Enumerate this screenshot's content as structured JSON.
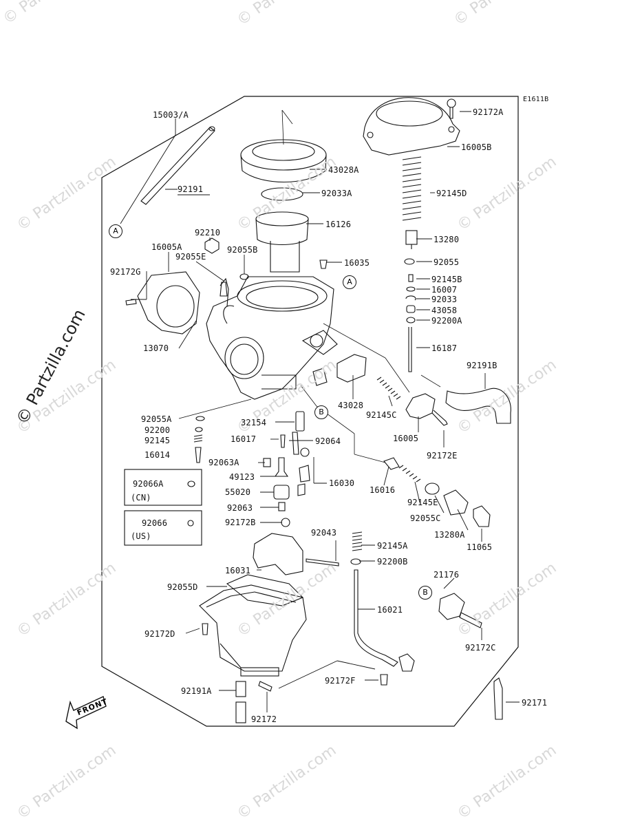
{
  "diagram_code": "E1611B",
  "watermark": "© Partzilla.com",
  "watermark_small": "© Partzilla.com",
  "front_label": "FRONT",
  "callouts": {
    "a": "A",
    "b": "B"
  },
  "parts": {
    "p15003A": "15003/A",
    "p92191": "92191",
    "p92210": "92210",
    "p16005A": "16005A",
    "p92055E": "92055E",
    "p92055B": "92055B",
    "p92172G": "92172G",
    "p13070": "13070",
    "p43028A": "43028A",
    "p92033A": "92033A",
    "p16126": "16126",
    "p16035": "16035",
    "p92172A": "92172A",
    "p16005B": "16005B",
    "p92145D": "92145D",
    "p13280": "13280",
    "p92055": "92055",
    "p92145B": "92145B",
    "p16007": "16007",
    "p92033": "92033",
    "p43058": "43058",
    "p92200A": "92200A",
    "p16187": "16187",
    "p92191B": "92191B",
    "p43028": "43028",
    "p92145C": "92145C",
    "p16005": "16005",
    "p92172E": "92172E",
    "p92055A": "92055A",
    "p92200": "92200",
    "p92145": "92145",
    "p16014": "16014",
    "p32154": "32154",
    "p16017": "16017",
    "p92064": "92064",
    "p92063A": "92063A",
    "p49123": "49123",
    "p16030": "16030",
    "p55020": "55020",
    "p92063": "92063",
    "p92172B": "92172B",
    "p16016": "16016",
    "p92145E": "92145E",
    "p92055C": "92055C",
    "p13280A": "13280A",
    "p11065": "11065",
    "p92066A": "92066A",
    "cn": "(CN)",
    "p92066": "92066",
    "us": "(US)",
    "p92043": "92043",
    "p16031": "16031",
    "p92145A": "92145A",
    "p92200B": "92200B",
    "p92055D": "92055D",
    "p16021": "16021",
    "p21176": "21176",
    "p92172D": "92172D",
    "p92172C": "92172C",
    "p92172F": "92172F",
    "p92191A": "92191A",
    "p92172": "92172",
    "p92171": "92171"
  }
}
